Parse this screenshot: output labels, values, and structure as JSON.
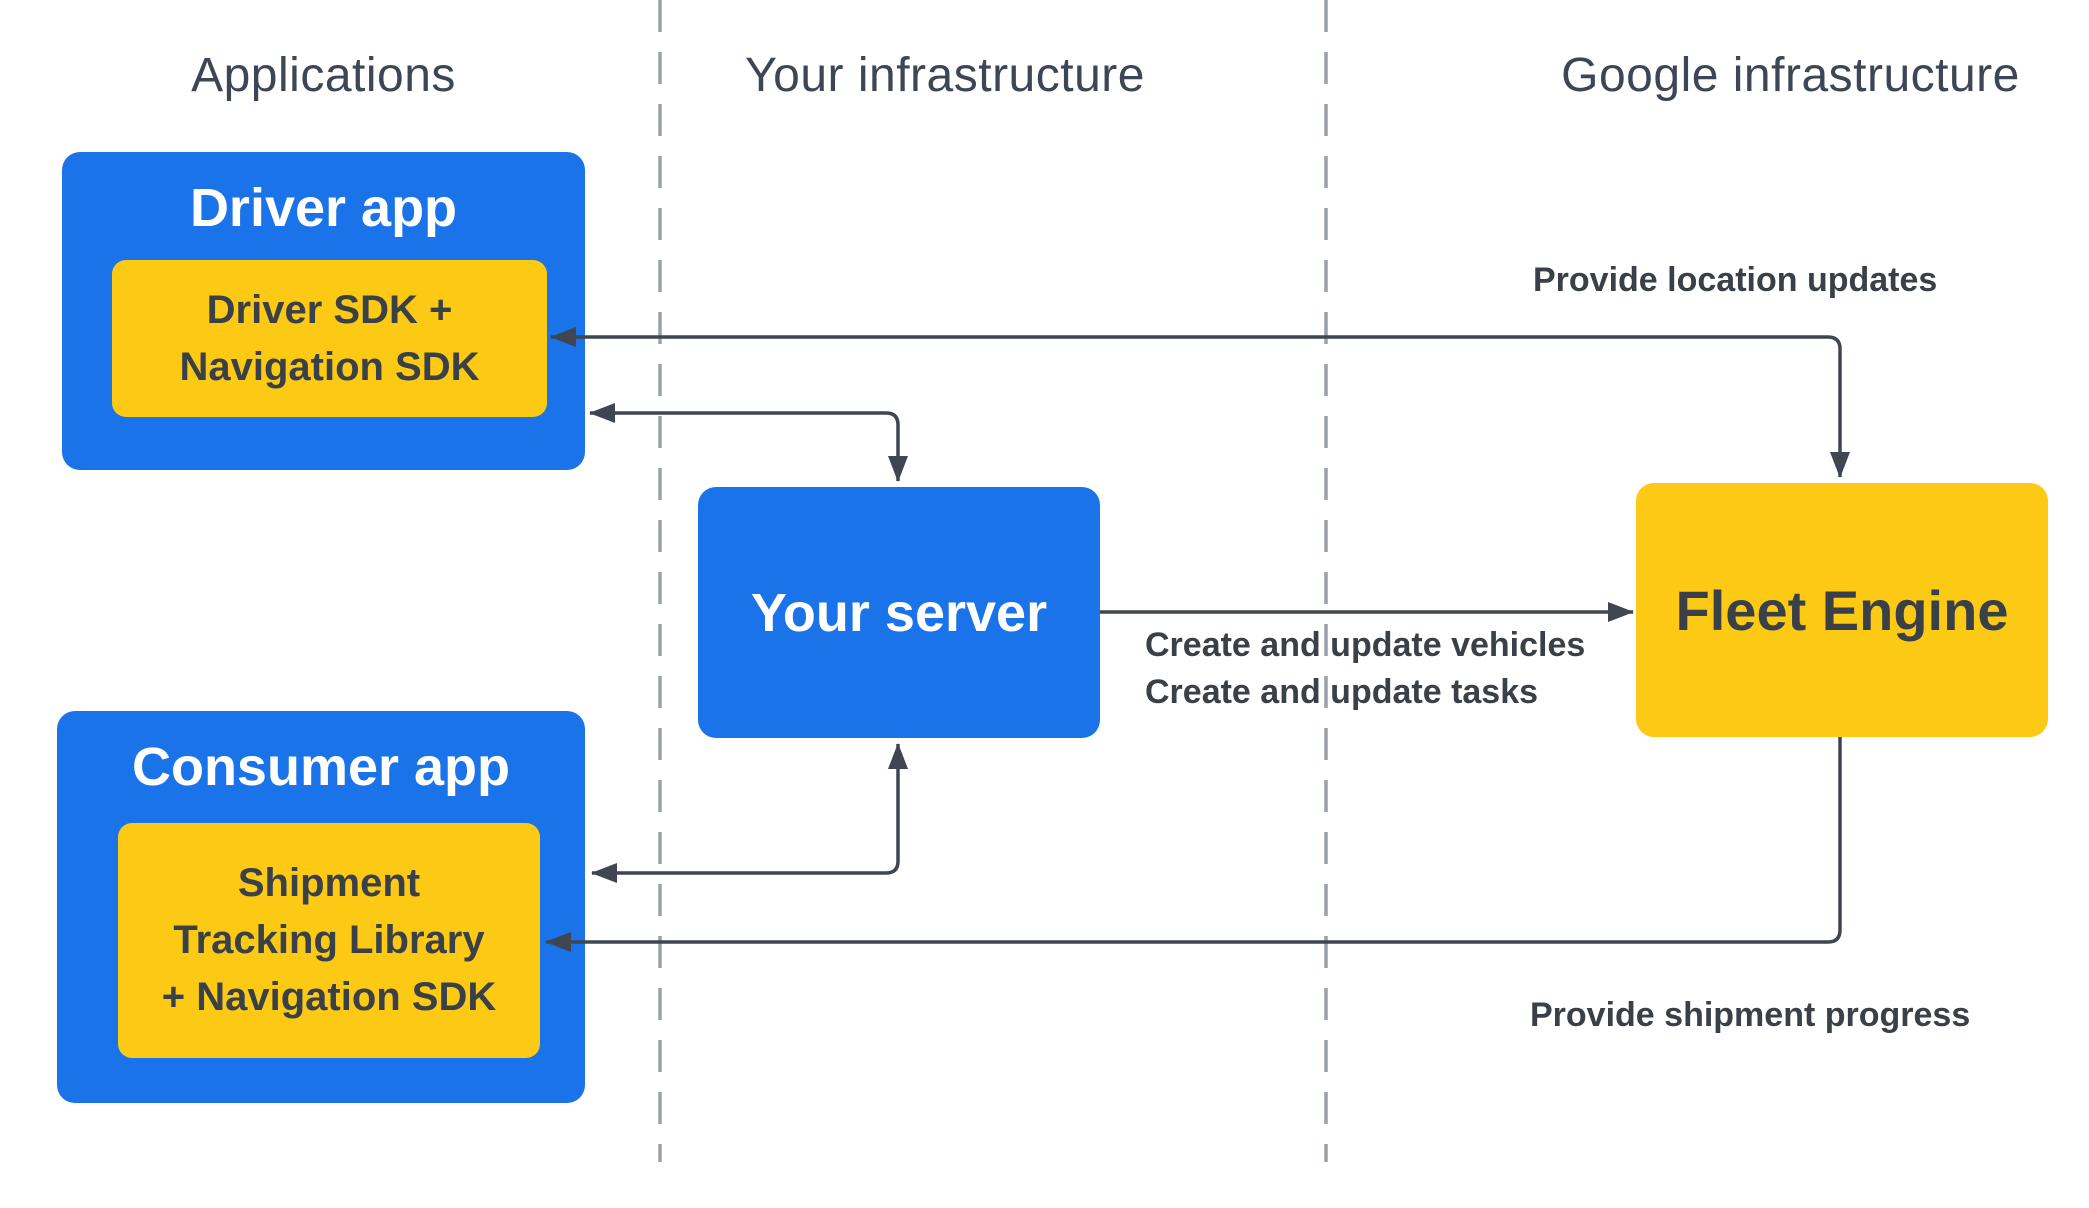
{
  "diagram": {
    "columns": [
      {
        "label": "Applications"
      },
      {
        "label": "Your infrastructure"
      },
      {
        "label": "Google infrastructure"
      }
    ],
    "nodes": {
      "driver_app": {
        "title": "Driver app",
        "sdk_lines": [
          "Driver SDK +",
          "Navigation SDK"
        ]
      },
      "your_server": {
        "title": "Your server"
      },
      "fleet_engine": {
        "title": "Fleet Engine"
      },
      "consumer_app": {
        "title": "Consumer app",
        "sdk_lines": [
          "Shipment",
          "Tracking Library",
          "+ Navigation SDK"
        ]
      }
    },
    "edge_labels": {
      "location_updates": "Provide location updates",
      "create_vehicles": "Create and update vehicles",
      "create_tasks": "Create and update tasks",
      "shipment_progress": "Provide shipment progress"
    },
    "colors": {
      "app_blue": "#1a73e8",
      "sdk_yellow": "#fcca15",
      "connector": "#3f4551",
      "dashed_divider": "#9aa1a9",
      "heading_text": "#3c4654",
      "label_text": "#3a4048",
      "background": "#ffffff"
    }
  }
}
